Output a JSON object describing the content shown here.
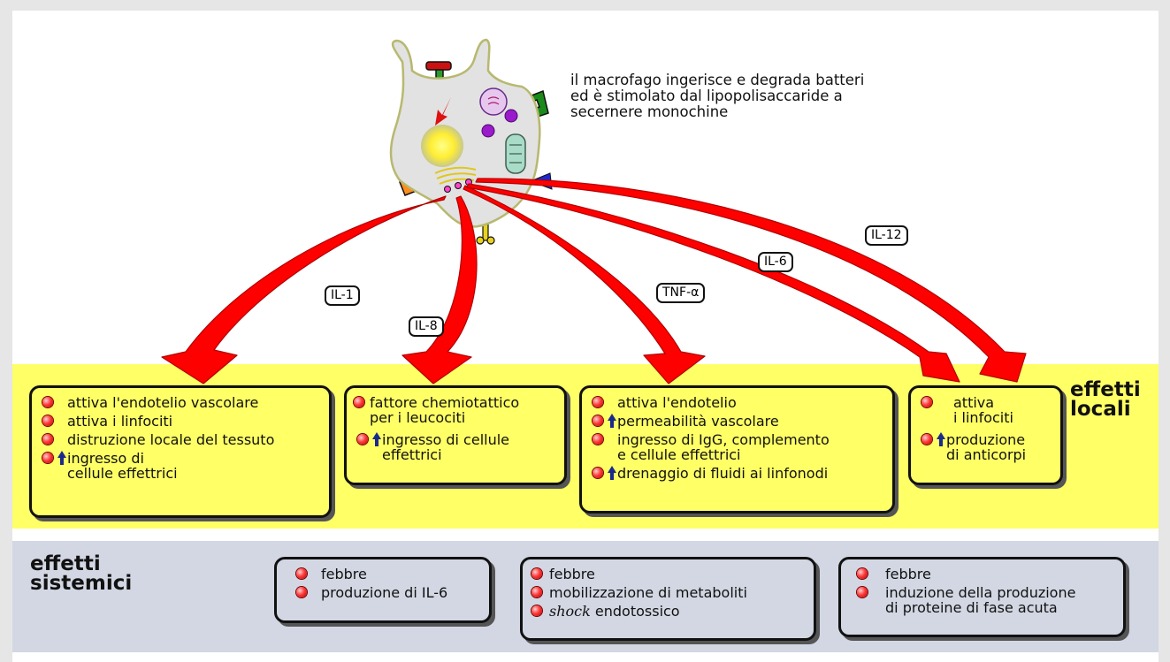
{
  "caption": {
    "line1": "il macrofago ingerisce e degrada batteri",
    "line2": "ed è stimolato dal lipopolisaccaride a",
    "line3": "secernere monochine"
  },
  "cytokines": {
    "il1": "IL-1",
    "il8": "IL-8",
    "tnf": "TNF-α",
    "il6": "IL-6",
    "il12": "IL-12"
  },
  "local_title": {
    "line1": "effetti",
    "line2": "locali"
  },
  "systemic_title": {
    "line1": "effetti",
    "line2": "sistemici"
  },
  "local_boxes": {
    "il1": {
      "i1": "attiva l'endotelio vascolare",
      "i2": "attiva i linfociti",
      "i3": "distruzione locale del tessuto",
      "i4": "ingresso di\ncellule effettrici"
    },
    "il8": {
      "i1": "fattore chemiotattico\nper i leucociti",
      "i2": "ingresso di cellule\neffettrici"
    },
    "tnf": {
      "i1": "attiva l'endotelio",
      "i2": "permeabilità vascolare",
      "i3": "ingresso di IgG, complemento\ne cellule effettrici",
      "i4": "drenaggio di fluidi ai linfonodi"
    },
    "il12": {
      "i1": "attiva\ni linfociti",
      "i2": "produzione\ndi anticorpi"
    }
  },
  "systemic_boxes": {
    "il1": {
      "i1": "febbre",
      "i2": "produzione di IL-6"
    },
    "tnf": {
      "i1": "febbre",
      "i2": "mobilizzazione di metaboliti",
      "i3a": "shock",
      "i3b": " endotossico"
    },
    "il6": {
      "i1": "febbre",
      "i2": "induzione della produzione\ndi proteine di fase acuta"
    }
  },
  "colors": {
    "arrow_red": "#ff0000",
    "local_band": "#ffff66",
    "systemic_band": "#d2d7e3",
    "bullet": "#ff3b3b",
    "up_arrow": "#1a2a8a"
  }
}
